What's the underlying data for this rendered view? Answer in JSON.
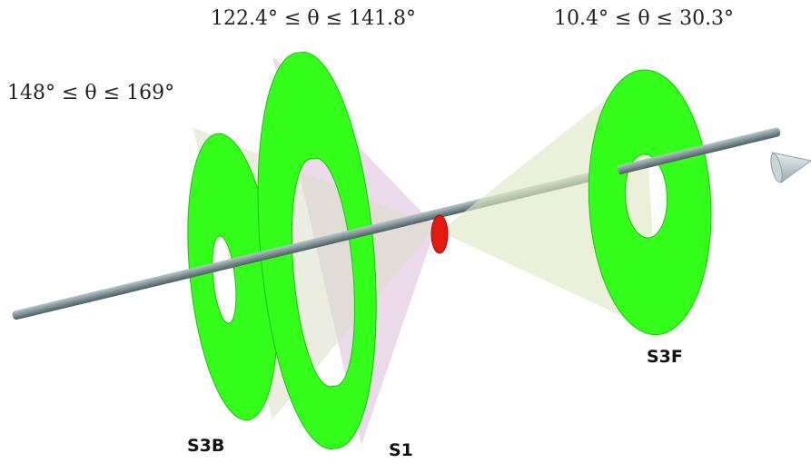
{
  "angle_ranges": {
    "s3b": "148° ≤ θ ≤ 169°",
    "s1": "122.4° ≤ θ ≤ 141.8°",
    "s3f": "10.4° ≤ θ ≤ 30.3°"
  },
  "detectors": {
    "s3b": "S3B",
    "s1": "S1",
    "s3f": "S3F"
  },
  "colors": {
    "detector": "#33ff1a",
    "detector_edge": "#1fbf0d",
    "target": "#e3190f",
    "beam": "#7f9296",
    "cone_forward": "#dfe8c4",
    "cone_backward": "#d9bcd8",
    "cone_back_s3b": "#d8dfc4"
  },
  "icons": {
    "beam_arrowhead": "cone-arrowhead-icon"
  }
}
